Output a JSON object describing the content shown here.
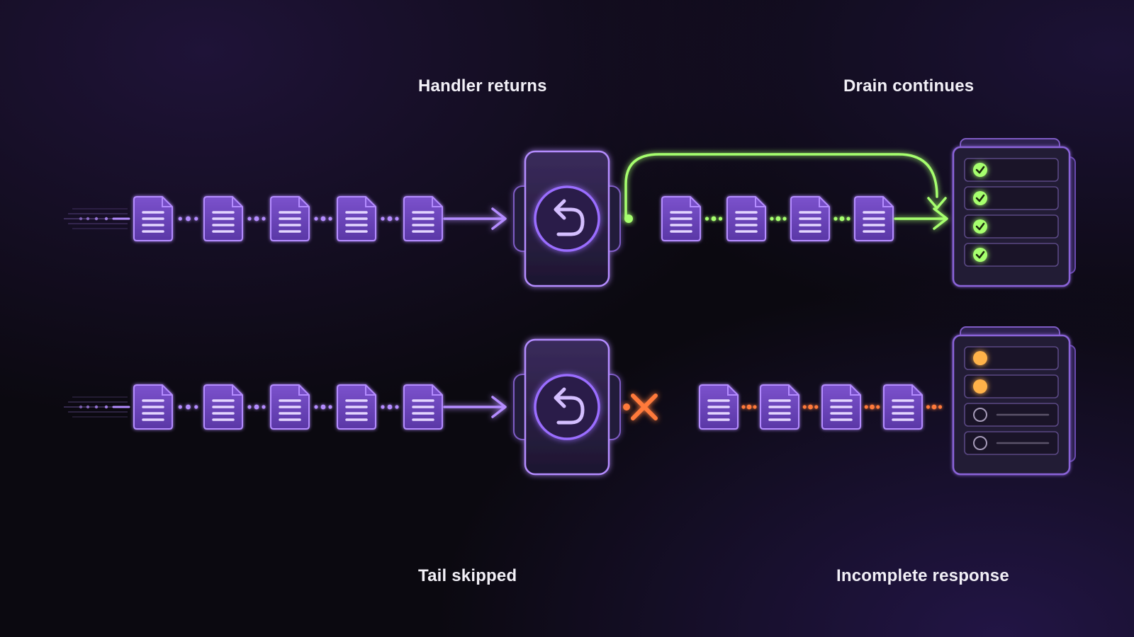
{
  "labels": {
    "handler_returns": "Handler returns",
    "drain_continues": "Drain continues",
    "tail_skipped": "Tail skipped",
    "incomplete_response": "Incomplete response"
  },
  "colors": {
    "purple": "#b48cff",
    "purple_fill": "#6a43b8",
    "green": "#a6ff6e",
    "orange": "#ff7a3a",
    "amber": "#ffb24a",
    "label": "#f2f0f7"
  },
  "rows": [
    {
      "id": "top",
      "outcome": "completed",
      "incoming_documents": 5,
      "drained_documents": 4,
      "response_items": [
        {
          "status": "done",
          "icon": "check-icon"
        },
        {
          "status": "done",
          "icon": "check-icon"
        },
        {
          "status": "done",
          "icon": "check-icon"
        },
        {
          "status": "done",
          "icon": "check-icon"
        }
      ]
    },
    {
      "id": "bottom",
      "outcome": "cut-off",
      "incoming_documents": 5,
      "skipped_documents": 4,
      "response_items": [
        {
          "status": "partial",
          "icon": "amber-dot-icon"
        },
        {
          "status": "partial",
          "icon": "amber-dot-icon"
        },
        {
          "status": "empty",
          "icon": "empty-circle-icon"
        },
        {
          "status": "empty",
          "icon": "empty-circle-icon"
        }
      ]
    }
  ]
}
